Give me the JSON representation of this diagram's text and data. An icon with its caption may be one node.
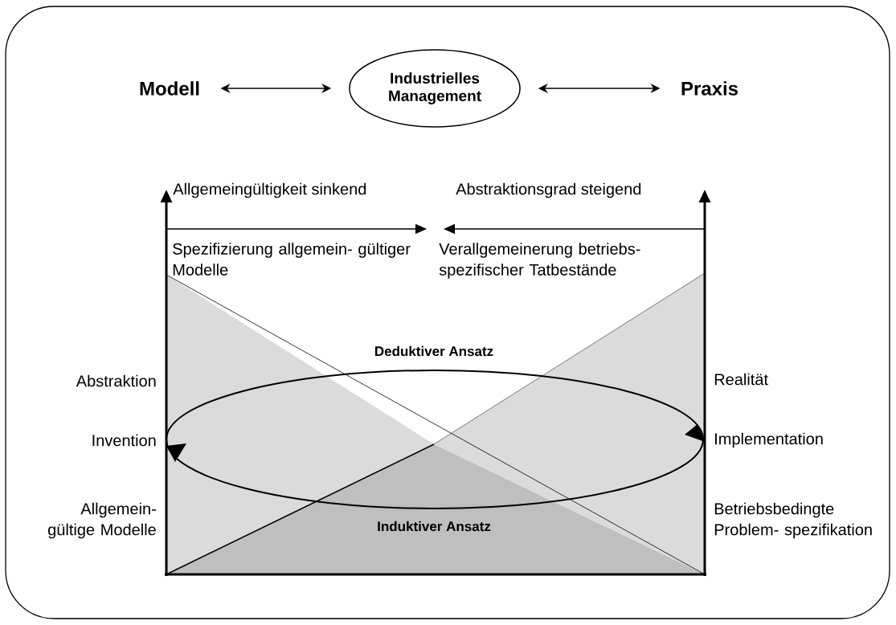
{
  "diagram": {
    "nodes": [
      {
        "text": [
          "Modell"
        ]
      },
      {
        "text": [
          "Industrielles Management"
        ]
      },
      {
        "text": [
          "Praxis"
        ]
      }
    ],
    "edges": [
      {
        "from": 0,
        "to": 1,
        "arrow": "both"
      },
      {
        "from": 1,
        "to": 2,
        "arrow": "both"
      }
    ],
    "labels": [
      "Allgemeingültigkeit sinkend",
      "Abstraktionsgrad steigend",
      "Spezifizierung allgemein- gültiger Modelle",
      "Verallgemeinerung betriebs- spezifischer Tatbestände",
      "Deduktiver Ansatz",
      "Abstraktion",
      "Realität",
      "Invention",
      "Implementation",
      "Allgemein- gültige Modelle",
      "Betriebsbedingte Problem- spezifikation",
      "Induktiver Ansatz"
    ]
  }
}
